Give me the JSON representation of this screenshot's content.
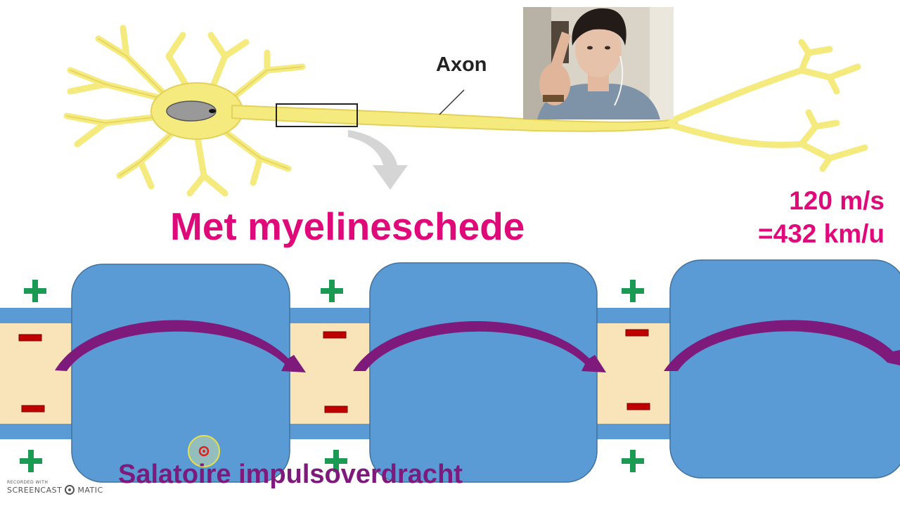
{
  "neuron": {
    "axon_label": "Axon"
  },
  "heading": "Met myelineschede",
  "speed": {
    "line1": "120 m/s",
    "line2": "=432 km/u"
  },
  "caption": "Salatoire impulsoverdracht",
  "watermark": {
    "recorded_with": "RECORDED WITH",
    "brand_left": "SCREENCAST",
    "brand_right": "MATIC"
  },
  "colors": {
    "heading": "#e0097a",
    "caption": "#7d1a7b",
    "myelin": "#5b9bd5",
    "axoplasm": "#f8e4b8",
    "plus": "#1b9a53",
    "minus": "#c00000",
    "arrow": "#7d1a7b",
    "neuron": "#f4ea7e"
  },
  "icons": [
    "plus-sign-icon",
    "minus-sign-icon",
    "jump-arrow-icon",
    "cursor-highlight-icon"
  ]
}
